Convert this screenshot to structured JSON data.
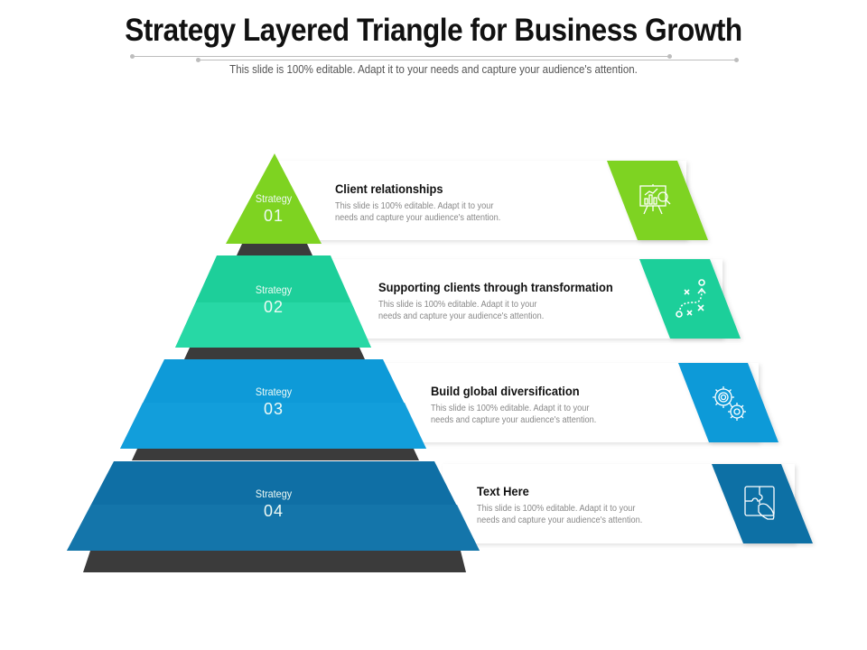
{
  "header": {
    "title": "Strategy Layered Triangle for Business Growth",
    "subtitle": "This slide is 100% editable. Adapt it to your needs and capture your audience's attention."
  },
  "colors": {
    "tier1": "#7ed321",
    "tier2": "#1dcf9a",
    "tier3": "#0e9ad8",
    "tier4": "#0f6fa5",
    "shadow": "#3b3b3b",
    "rule": "#bdbdbd"
  },
  "tiers": [
    {
      "label": "Strategy",
      "number": "01",
      "title": "Client relationships",
      "description": "This slide is 100% editable. Adapt it to your needs and capture your audience's attention.",
      "icon": "presentation-analytics-icon"
    },
    {
      "label": "Strategy",
      "number": "02",
      "title": "Supporting clients through transformation",
      "description": "This slide is 100% editable. Adapt it to your needs and capture your audience's attention.",
      "icon": "strategy-play-icon"
    },
    {
      "label": "Strategy",
      "number": "03",
      "title": "Build global diversification",
      "description": "This slide is 100% editable. Adapt it to your needs and capture your audience's attention.",
      "icon": "gears-icon"
    },
    {
      "label": "Strategy",
      "number": "04",
      "title": "Text Here",
      "description": "This slide is 100% editable. Adapt it to your needs and capture your audience's attention.",
      "icon": "puzzle-hand-icon"
    }
  ]
}
